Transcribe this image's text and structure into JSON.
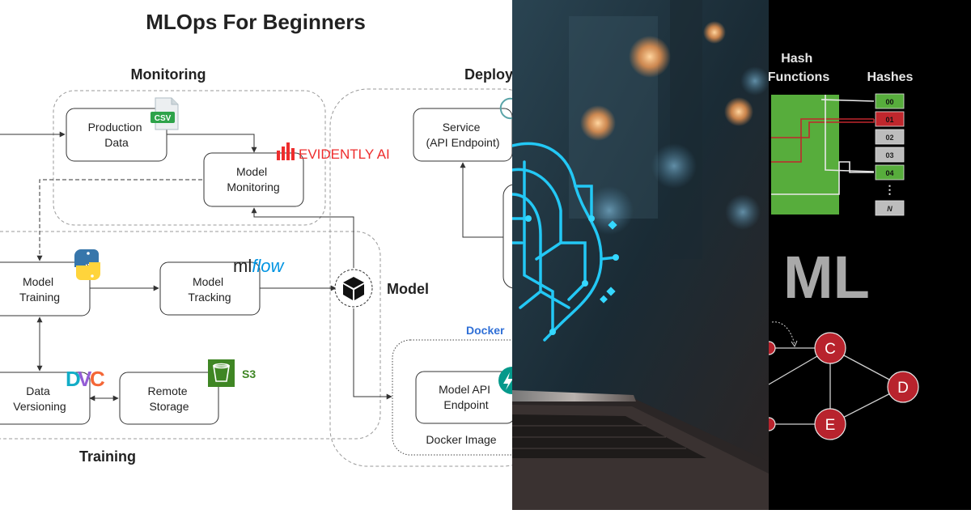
{
  "diagram": {
    "title": "MLOps For Beginners",
    "sections": {
      "monitoring": "Monitoring",
      "deploy": "Deploy",
      "training": "Training",
      "model": "Model"
    },
    "nodes": {
      "production_data": [
        "Production",
        "Data"
      ],
      "model_monitoring": [
        "Model",
        "Monitoring"
      ],
      "service": [
        "Service",
        "(API Endpoint)"
      ],
      "model_training": [
        "Model",
        "Training"
      ],
      "model_tracking": [
        "Model",
        "Tracking"
      ],
      "data_versioning": [
        "Data",
        "Versioning"
      ],
      "remote_storage": [
        "Remote",
        "Storage"
      ],
      "model_api": [
        "Model API",
        "Endpoint"
      ]
    },
    "docker_label": "Docker",
    "docker_image_label": "Docker Image",
    "logos": {
      "csv": "CSV",
      "evidently": "EVIDENTLY AI",
      "mlflow_ml": "ml",
      "mlflow_flow": "flow",
      "dvc": "DVC",
      "s3": "S3"
    },
    "colors": {
      "docker": "#2f6fd6",
      "mlflow": "#0194e2",
      "evidently": "#ee2d2d",
      "csv": "#2ea34a",
      "s3": "#3f8624"
    }
  },
  "hashing": {
    "header_functions": [
      "Hash",
      "Functions"
    ],
    "header_hashes": "Hashes",
    "slots": [
      "00",
      "01",
      "02",
      "03",
      "04",
      "⋮",
      "N"
    ],
    "slot_colors": [
      "#57ad3c",
      "#c0272d",
      "#bdbdbd",
      "#bdbdbd",
      "#57ad3c",
      "none",
      "#bdbdbd"
    ],
    "big_label": "ML",
    "graph_nodes": [
      "C",
      "D",
      "E"
    ],
    "node_color": "#b8232d"
  }
}
